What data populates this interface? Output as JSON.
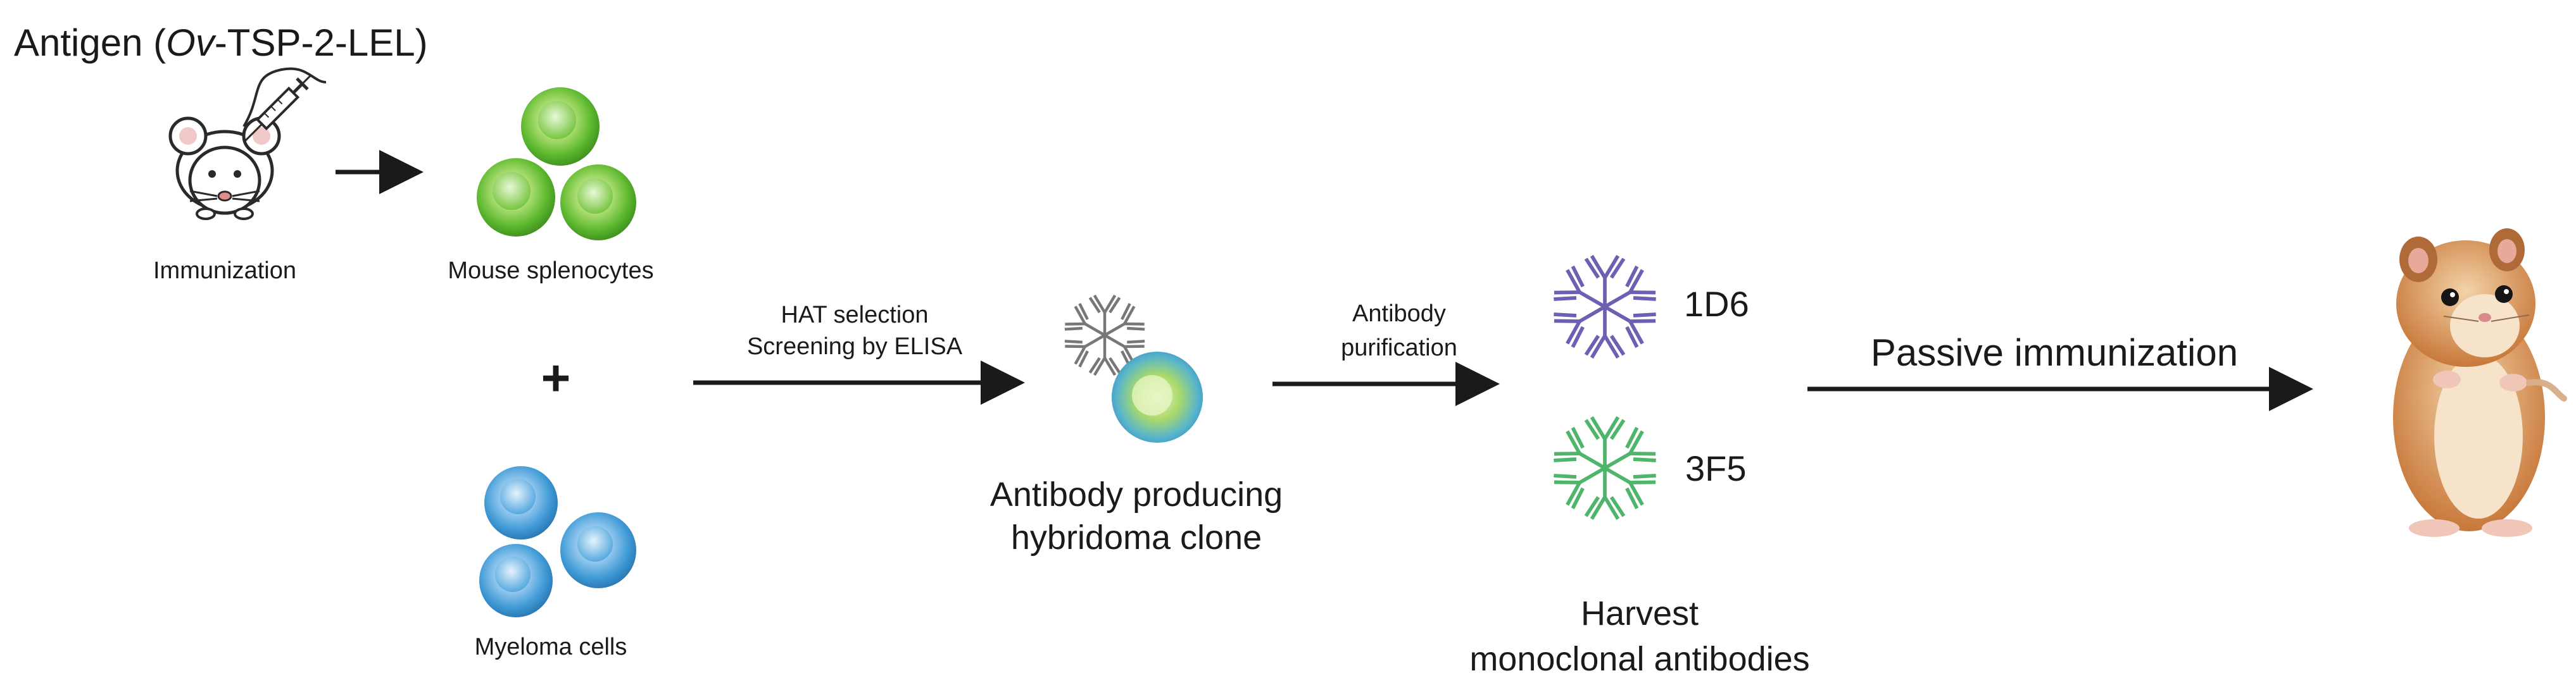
{
  "title": {
    "prefix": "Antigen (",
    "italic": "Ov",
    "suffix": "-TSP-2-LEL)"
  },
  "labels": {
    "immunization": "Immunization",
    "splenocytes": "Mouse splenocytes",
    "plus": "+",
    "myeloma": "Myeloma cells",
    "hat_selection": "HAT selection",
    "screening": "Screening by ELISA",
    "hybridoma_line1": "Antibody producing",
    "hybridoma_line2": "hybridoma clone",
    "purification_line1": "Antibody",
    "purification_line2": "purification",
    "antibody_1": "1D6",
    "antibody_2": "3F5",
    "harvest_line1": "Harvest",
    "harvest_line2": "monoclonal antibodies",
    "passive": "Passive immunization"
  },
  "colors": {
    "text": "#1a1a1a",
    "arrow": "#1a1a1a",
    "splenocyte": "#5cb82e",
    "myeloma": "#3f9ad6",
    "antibody_1": "#6f5fb3",
    "antibody_2": "#4fb56a",
    "hybridoma_antibody": "#777777"
  },
  "icons": {
    "mouse": "mouse-with-syringe-icon",
    "hamster": "hamster-icon"
  }
}
